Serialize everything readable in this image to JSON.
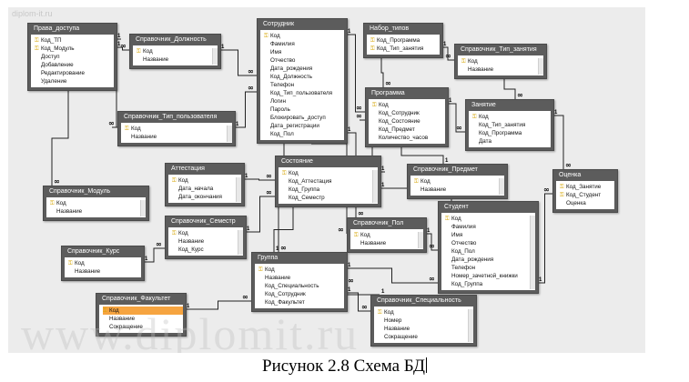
{
  "watermark_top": "diplom-it.ru",
  "watermark_main": "www.diplomit.ru",
  "caption": "Рисунок 2.8 Схема БД",
  "tables": [
    {
      "id": "prava",
      "title": "Права_доступа",
      "fields": [
        {
          "n": "Код_ТП",
          "k": 1
        },
        {
          "n": "Код_Модуль",
          "k": 1
        },
        {
          "n": "Доступ"
        },
        {
          "n": "Добавление"
        },
        {
          "n": "Редактирование"
        },
        {
          "n": "Удаление"
        }
      ]
    },
    {
      "id": "sprav_dolzh",
      "title": "Справочник_Должность",
      "fields": [
        {
          "n": "Код",
          "k": 1
        },
        {
          "n": "Название"
        }
      ]
    },
    {
      "id": "sotrudnik",
      "title": "Сотрудник",
      "fields": [
        {
          "n": "Код",
          "k": 1
        },
        {
          "n": "Фамилия"
        },
        {
          "n": "Имя"
        },
        {
          "n": "Отчество"
        },
        {
          "n": "Дата_рождения"
        },
        {
          "n": "Код_Должность"
        },
        {
          "n": "Телефон"
        },
        {
          "n": "Код_Тип_пользователя"
        },
        {
          "n": "Логин"
        },
        {
          "n": "Пароль"
        },
        {
          "n": "Блокировать_доступ"
        },
        {
          "n": "Дата_регистрации"
        },
        {
          "n": "Код_Пол"
        }
      ]
    },
    {
      "id": "nabor_tipov",
      "title": "Набор_типов",
      "fields": [
        {
          "n": "Код_Программа",
          "k": 1
        },
        {
          "n": "Код_Тип_занятия",
          "k": 1
        }
      ]
    },
    {
      "id": "sprav_tip_zan",
      "title": "Справочник_Тип_занятия",
      "fields": [
        {
          "n": "Код",
          "k": 1
        },
        {
          "n": "Название"
        }
      ]
    },
    {
      "id": "programma",
      "title": "Программа",
      "fields": [
        {
          "n": "Код",
          "k": 1
        },
        {
          "n": "Код_Сотрудник"
        },
        {
          "n": "Код_Состояние"
        },
        {
          "n": "Код_Предмет"
        },
        {
          "n": "Количество_часов"
        }
      ]
    },
    {
      "id": "zanyatie",
      "title": "Занятие",
      "fields": [
        {
          "n": "Код",
          "k": 1
        },
        {
          "n": "Код_Тип_занятия"
        },
        {
          "n": "Код_Программа"
        },
        {
          "n": "Дата"
        }
      ]
    },
    {
      "id": "sprav_tip_polz",
      "title": "Справочник_Тип_пользователя",
      "fields": [
        {
          "n": "Код",
          "k": 1
        },
        {
          "n": "Название"
        }
      ]
    },
    {
      "id": "attestaciya",
      "title": "Аттестация",
      "fields": [
        {
          "n": "Код",
          "k": 1
        },
        {
          "n": "Дата_начала"
        },
        {
          "n": "Дата_окончания"
        }
      ]
    },
    {
      "id": "sostoyanie",
      "title": "Состояние",
      "fields": [
        {
          "n": "Код",
          "k": 1
        },
        {
          "n": "Код_Аттестация"
        },
        {
          "n": "Код_Группа"
        },
        {
          "n": "Код_Семестр"
        }
      ]
    },
    {
      "id": "sprav_predmet",
      "title": "Справочник_Предмет",
      "fields": [
        {
          "n": "Код",
          "k": 1
        },
        {
          "n": "Название"
        }
      ]
    },
    {
      "id": "ocenka",
      "title": "Оценка",
      "fields": [
        {
          "n": "Код_Занятие",
          "k": 1
        },
        {
          "n": "Код_Студент",
          "k": 1
        },
        {
          "n": "Оценка"
        }
      ]
    },
    {
      "id": "sprav_modul",
      "title": "Справочник_Модуль",
      "fields": [
        {
          "n": "Код",
          "k": 1
        },
        {
          "n": "Название"
        }
      ]
    },
    {
      "id": "sprav_semestr",
      "title": "Справочник_Семестр",
      "fields": [
        {
          "n": "Код",
          "k": 1
        },
        {
          "n": "Название"
        },
        {
          "n": "Код_Курс"
        }
      ]
    },
    {
      "id": "sprav_pol",
      "title": "Справочник_Пол",
      "fields": [
        {
          "n": "Код",
          "k": 1
        },
        {
          "n": "Название"
        }
      ]
    },
    {
      "id": "student",
      "title": "Студент",
      "fields": [
        {
          "n": "Код",
          "k": 1
        },
        {
          "n": "Фамилия"
        },
        {
          "n": "Имя"
        },
        {
          "n": "Отчество"
        },
        {
          "n": "Код_Пол"
        },
        {
          "n": "Дата_рождения"
        },
        {
          "n": "Телефон"
        },
        {
          "n": "Номер_зачетной_книжки"
        },
        {
          "n": "Код_Группа"
        }
      ]
    },
    {
      "id": "sprav_kurs",
      "title": "Справочник_Курс",
      "fields": [
        {
          "n": "Код",
          "k": 1
        },
        {
          "n": "Название"
        }
      ]
    },
    {
      "id": "gruppa",
      "title": "Группа",
      "fields": [
        {
          "n": "Код",
          "k": 1
        },
        {
          "n": "Название"
        },
        {
          "n": "Код_Специальность"
        },
        {
          "n": "Код_Сотрудник"
        },
        {
          "n": "Код_Факультет"
        }
      ]
    },
    {
      "id": "sprav_fakultet",
      "title": "Справочник_Факультет",
      "fields": [
        {
          "n": "Код",
          "k": 1,
          "sel": 1
        },
        {
          "n": "Название"
        },
        {
          "n": "Сокращение"
        }
      ]
    },
    {
      "id": "sprav_spec",
      "title": "Справочник_Специальность",
      "fields": [
        {
          "n": "Код",
          "k": 1
        },
        {
          "n": "Номер"
        },
        {
          "n": "Название"
        },
        {
          "n": "Сокращение"
        }
      ]
    }
  ]
}
